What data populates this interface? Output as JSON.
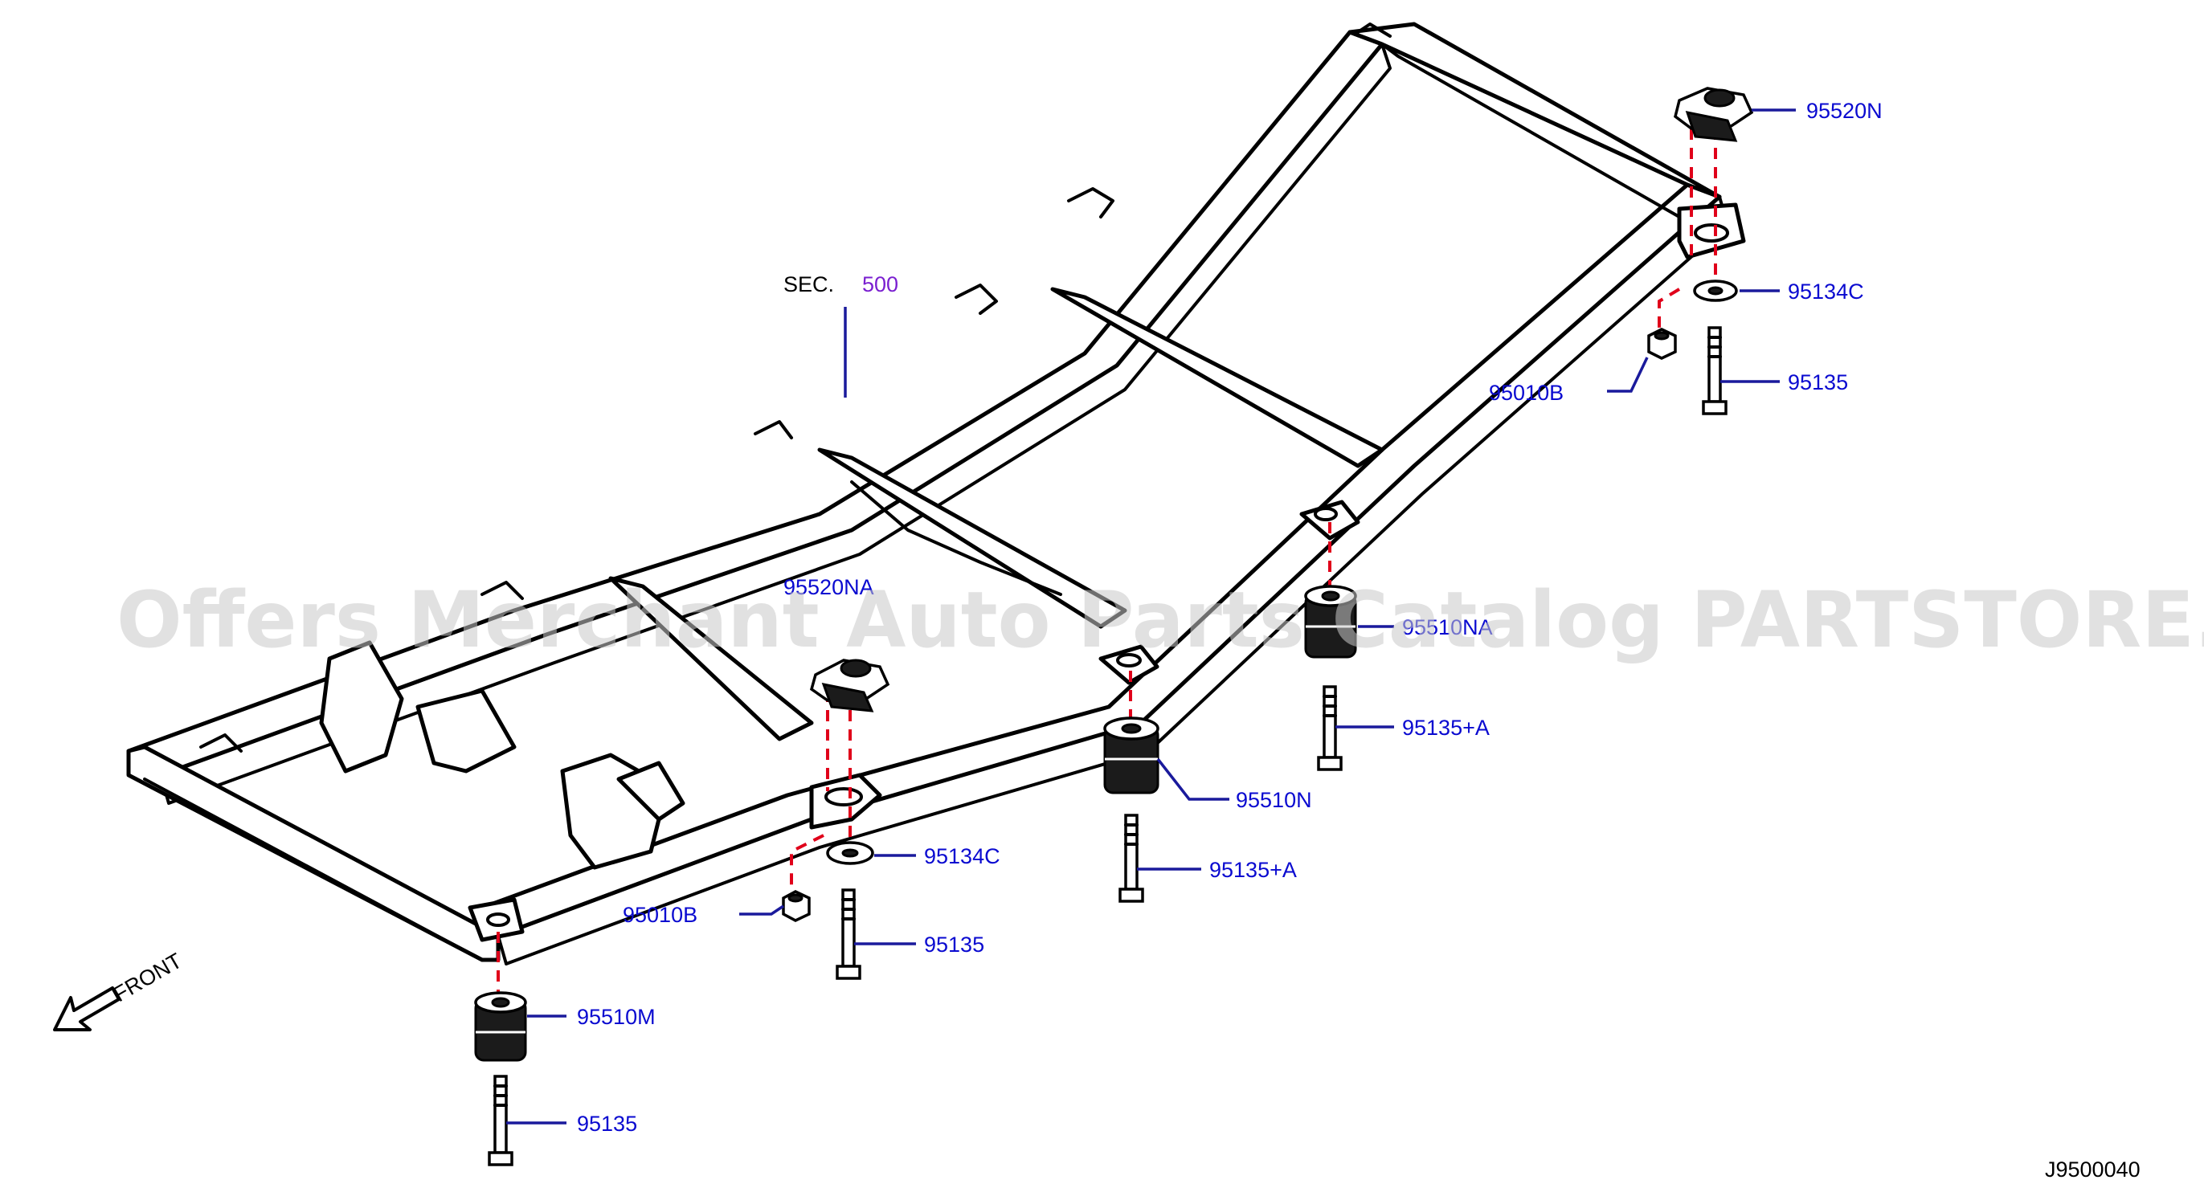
{
  "section_ref": {
    "prefix": "SEC.",
    "number": "500"
  },
  "front_label": "FRONT",
  "diagram_code": "J9500040",
  "watermark": "Offers Merchant Auto Parts Catalog PARTSTORE.SA",
  "parts": {
    "rear_mount_upper": "95520N",
    "rear_washer": "95134C",
    "rear_nut": "95010B",
    "rear_bolt": "95135",
    "mid_mount_upper": "95520NA",
    "mid_washer": "95134C",
    "mid_nut": "95010B",
    "mid_bolt": "95135",
    "mid_right_bushing": "95510NA",
    "mid_right_bolt": "95135+A",
    "center_bushing": "95510N",
    "center_bolt": "95135+A",
    "front_bushing": "95510M",
    "front_bolt": "95135"
  },
  "colors": {
    "label": "#0a0ad0",
    "leader": "#1a1a9c",
    "dashed_axis": "#e0001a",
    "section_number": "#7a1fd0"
  }
}
